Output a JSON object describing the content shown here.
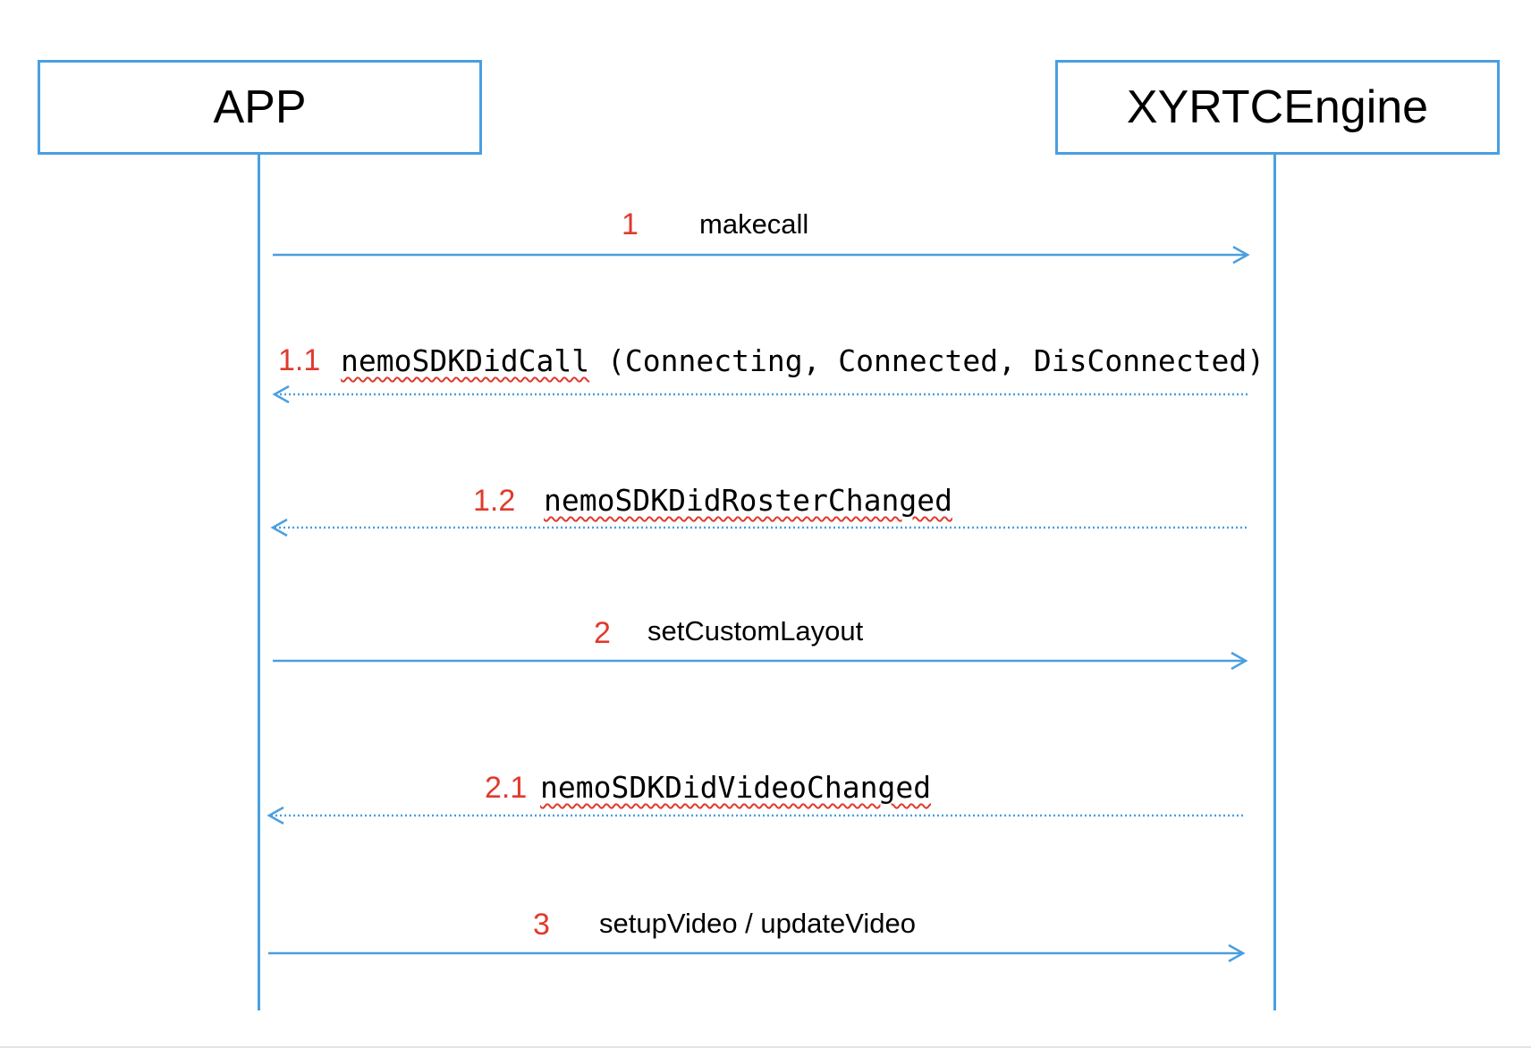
{
  "participants": {
    "left": "APP",
    "right": "XYRTCEngine"
  },
  "messages": [
    {
      "step": "1",
      "label": "makecall",
      "direction": "request",
      "line_style": "solid"
    },
    {
      "step": "1.1",
      "label_method": "nemoSDKDidCall",
      "label_args": "(Connecting, Connected, DisConnected)",
      "direction": "callback",
      "line_style": "dotted"
    },
    {
      "step": "1.2",
      "label": "nemoSDKDidRosterChanged",
      "direction": "callback",
      "line_style": "dotted"
    },
    {
      "step": "2",
      "label": "setCustomLayout",
      "direction": "request",
      "line_style": "solid"
    },
    {
      "step": "2.1",
      "label": "nemoSDKDidVideoChanged",
      "direction": "callback",
      "line_style": "dotted"
    },
    {
      "step": "3",
      "label": "setupVideo / updateVideo",
      "direction": "request",
      "line_style": "solid"
    }
  ],
  "colors": {
    "line": "#4a9fe0",
    "step_number": "#e03a2d",
    "text": "#000000",
    "spellcheck_underline": "#e03a2d"
  }
}
